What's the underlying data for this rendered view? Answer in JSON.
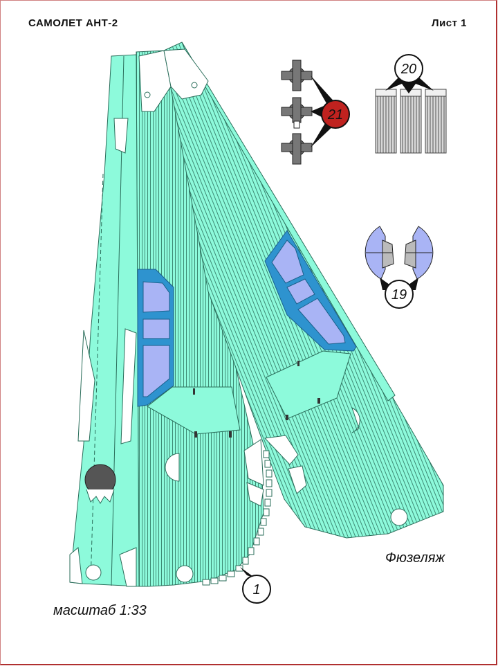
{
  "header": {
    "title": "САМОЛЕТ АНТ-2",
    "sheet": "Лист 1"
  },
  "part_name": "Фюзеляж",
  "scale": "масштаб 1:33",
  "part_numbers": {
    "p1": "1",
    "p19": "19",
    "p20": "20",
    "p21": "21"
  },
  "colors": {
    "body": "#8dfadb",
    "window": "#a9b4f5",
    "frame": "#2e93cf",
    "marker_red": "#c0221f",
    "border": "#b03030"
  }
}
